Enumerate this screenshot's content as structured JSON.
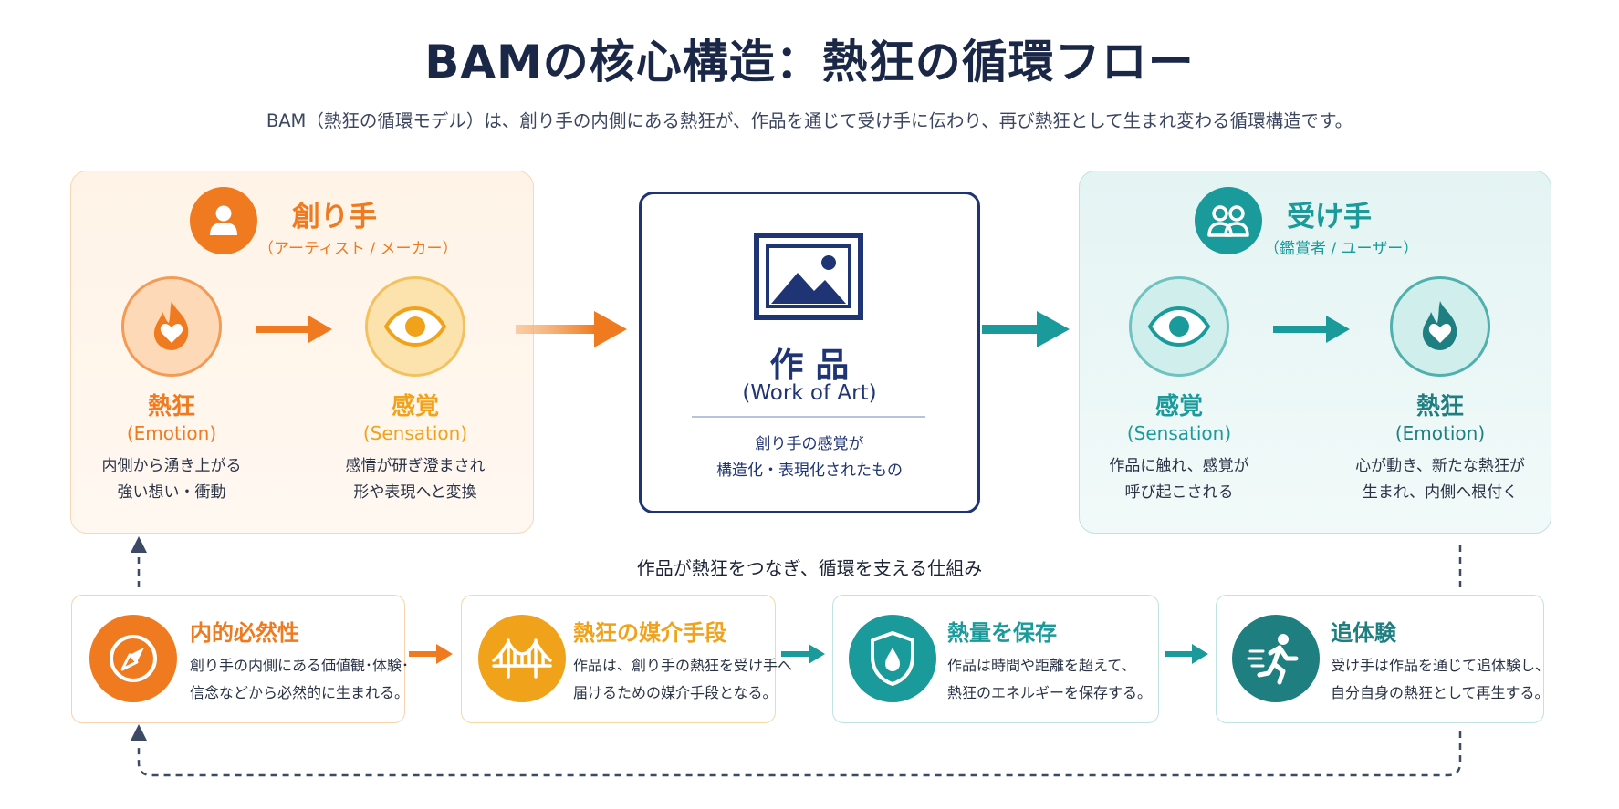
{
  "header": {
    "title": "BAMの核心構造：熱狂の循環フロー",
    "subtitle": "BAM（熱狂の循環モデル）は、創り手の内側にある熱狂が、作品を通じて受け手に伝わり、再び熱狂として生まれ変わる循環構造です。"
  },
  "creator": {
    "title": "創り手",
    "subtitle": "（アーティスト / メーカー）",
    "icon": "person-icon",
    "emotion": {
      "title": "熱狂",
      "en": "(Emotion)",
      "desc_line1": "内側から湧き上がる",
      "desc_line2": "強い想い・衝動"
    },
    "sensation": {
      "title": "感覚",
      "en": "(Sensation)",
      "desc_line1": "感情が研ぎ澄まされ",
      "desc_line2": "形や表現へと変換"
    }
  },
  "work": {
    "title": "作 品",
    "en": "(Work of Art)",
    "desc_line1": "創り手の感覚が",
    "desc_line2": "構造化・表現化されたもの",
    "icon": "picture-icon"
  },
  "receiver": {
    "title": "受け手",
    "subtitle": "（鑑賞者 / ユーザー）",
    "icon": "people-icon",
    "sensation": {
      "title": "感覚",
      "en": "(Sensation)",
      "desc_line1": "作品に触れ、感覚が",
      "desc_line2": "呼び起こされる"
    },
    "emotion": {
      "title": "熱狂",
      "en": "(Emotion)",
      "desc_line1": "心が動き、新たな熱狂が",
      "desc_line2": "生まれ、内側へ根付く"
    }
  },
  "mechanism": {
    "title": "作品が熱狂をつなぎ、循環を支える仕組み",
    "cards": [
      {
        "title": "内的必然性",
        "desc_line1": "創り手の内側にある価値観･体験･",
        "desc_line2": "信念などから必然的に生まれる。",
        "icon": "compass-icon"
      },
      {
        "title": "熱狂の媒介手段",
        "desc_line1": "作品は、創り手の熱狂を受け手へ",
        "desc_line2": "届けるための媒介手段となる。",
        "icon": "bridge-icon"
      },
      {
        "title": "熱量を保存",
        "desc_line1": "作品は時間や距離を超えて、",
        "desc_line2": "熱狂のエネルギーを保存する。",
        "icon": "shield-drop-icon"
      },
      {
        "title": "追体験",
        "desc_line1": "受け手は作品を通じて追体験し、",
        "desc_line2": "自分自身の熱狂として再生する。",
        "icon": "runner-icon"
      }
    ]
  },
  "colors": {
    "orange": "#f07a1f",
    "amber": "#f0a21a",
    "teal": "#1a9a9a",
    "dark_teal": "#1f7f80",
    "navy": "#1f3475"
  }
}
